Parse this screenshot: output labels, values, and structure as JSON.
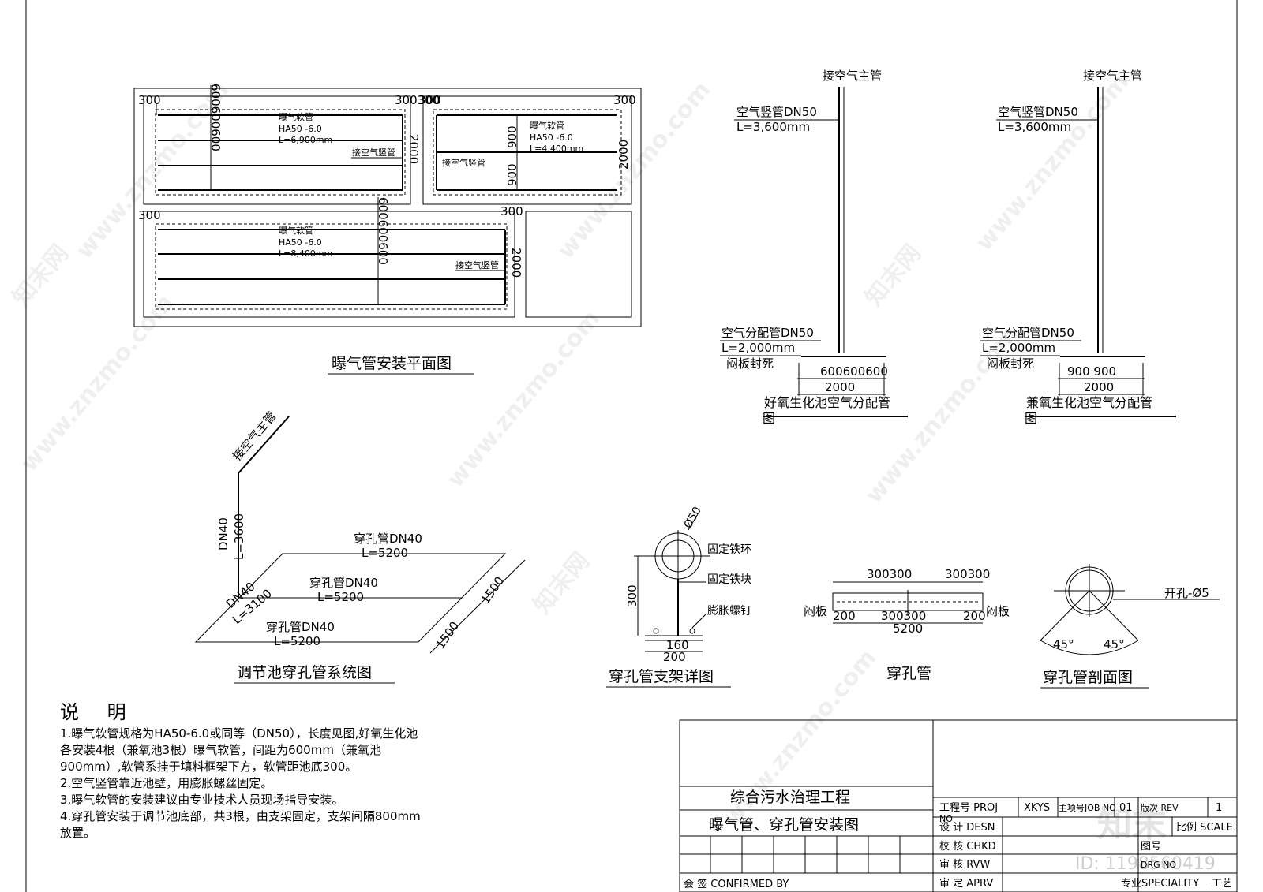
{
  "plan": {
    "title": "曝气管安装平面图",
    "dims": {
      "d300": "300",
      "d300300": "300300",
      "d600600600": "600600600",
      "d900": "900",
      "d2000": "2000"
    },
    "hose_label": "曝气软管",
    "hose_spec": "HA50 -6.0",
    "len_a": "L=6,900mm",
    "len_b": "L=4,400mm",
    "len_c": "L=8,400mm",
    "riser_label": "接空气竖管"
  },
  "aerobic": {
    "main": "接空气主管",
    "riser": "空气竖管DN50",
    "riser_len": "L=3,600mm",
    "dist": "空气分配管DN50",
    "dist_len": "L=2,000mm",
    "gate": "闷板封死",
    "dims_top": "600600600",
    "dims_bot": "2000",
    "caption": "好氧生化池空气分配管",
    "caption2": "图"
  },
  "anoxic": {
    "main": "接空气主管",
    "riser": "空气竖管DN50",
    "riser_len": "L=3,600mm",
    "dist": "空气分配管DN50",
    "dist_len": "L=2,000mm",
    "gate": "闷板封死",
    "dims_top": "900 900",
    "dims_bot": "2000",
    "caption": "兼氧生化池空气分配管",
    "caption2": "图"
  },
  "system": {
    "title": "调节池穿孔管系统图",
    "main": "接空气主管",
    "dn40a": "DN40",
    "l3600": "L=3600",
    "dn40b": "DN40",
    "l3100": "L=3100",
    "pipe": "穿孔管DN40",
    "l5200": "L=5200",
    "d1500": "1500"
  },
  "support": {
    "title": "穿孔管支架详图",
    "phi": "Ø50",
    "ring": "固定铁环",
    "block": "固定铁块",
    "bolt": "膨胀螺钉",
    "h300": "300",
    "w160": "160",
    "w200": "200"
  },
  "perf": {
    "title": "穿孔管",
    "dims_top_a": "300300",
    "dims_top_b": "300300",
    "gate_l": "闷板",
    "gate_r": "闷板",
    "d200": "200",
    "mid": "300300",
    "d5200": "5200"
  },
  "section": {
    "title": "穿孔管剖面图",
    "hole": "开孔-Ø5",
    "ang": "45°"
  },
  "notes": {
    "title": "说 明",
    "lines": [
      "1.曝气软管规格为HA50-6.0或同等（DN50），长度见图,好氧生化池",
      "各安装4根（兼氧池3根）曝气软管，间距为600mm（兼氧池",
      "900mm）,软管系挂于填料框架下方，软管距池底300。",
      "2.空气竖管靠近池壁，用膨胀螺丝固定。",
      "3.曝气软管的安装建议由专业技术人员现场指导安装。",
      "4.穿孔管安装于调节池底部，共3根，由支架固定，支架间隔800mm",
      "放置。"
    ]
  },
  "titleblock": {
    "project": "综合污水治理工程",
    "drawing": "曝气管、穿孔管安装图",
    "proj_label": "工程号 PROJ",
    "proj_no": "XKYS",
    "job_label": "主项号JOB NO",
    "job_no": "01",
    "rev_label": "版次 REV",
    "rev_no": "1",
    "no_label": "NO",
    "desn": "设 计 DESN",
    "chkd": "校 核 CHKD",
    "rvw": "审 核 RVW",
    "aprv": "审 定 APRV",
    "confirmed": "会 签 CONFIRMED BY",
    "scale": "比例 SCALE",
    "dwg_label": "图号",
    "dwg_en": "DRG NO",
    "speciality": "专业SPECIALITY",
    "speciality_val": "工艺"
  },
  "watermark": {
    "site": "www.znzmo.com",
    "brand": "知末网",
    "logo": "知末",
    "id": "ID: 1198560419"
  }
}
